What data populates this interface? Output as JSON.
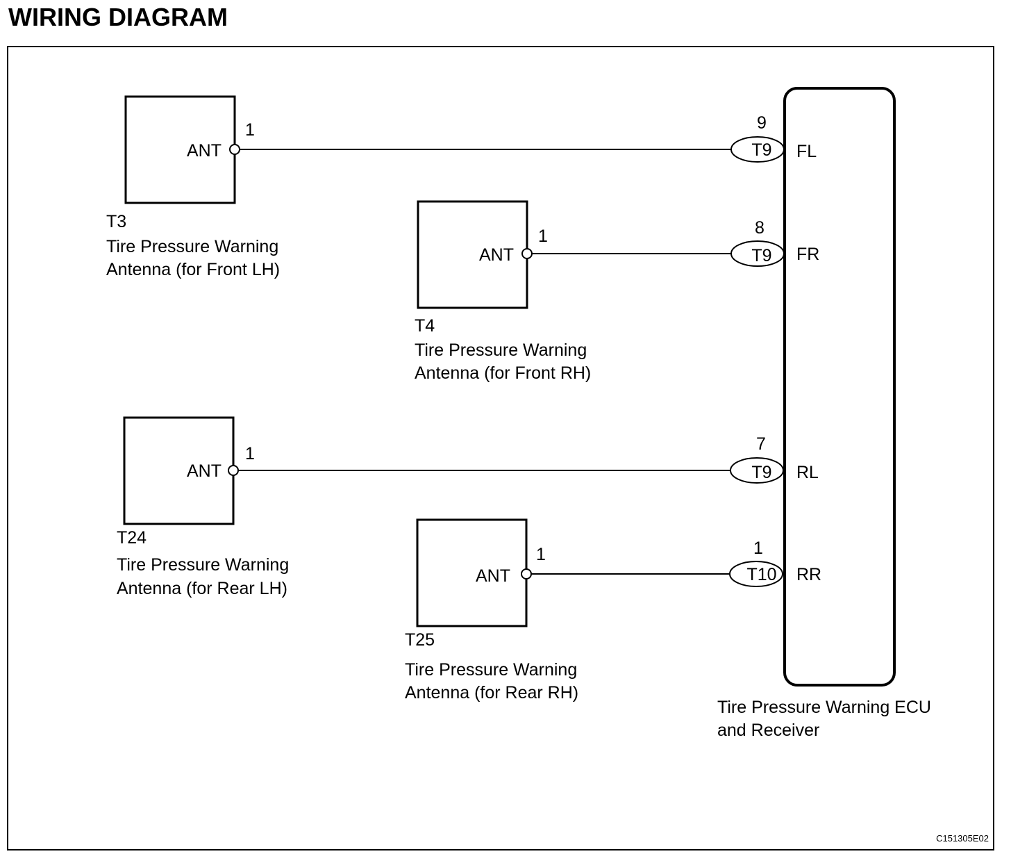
{
  "title": "WIRING DIAGRAM",
  "figure_code": "C151305E02",
  "ecu": {
    "name_line1": "Tire Pressure Warning ECU",
    "name_line2": "and Receiver"
  },
  "antennas": [
    {
      "id": "T3",
      "pin_label": "ANT",
      "pin_number": "1",
      "name_line1": "Tire Pressure Warning",
      "name_line2": "Antenna (for Front LH)",
      "connector": "T9",
      "ecu_pin": "9",
      "ecu_terminal": "FL"
    },
    {
      "id": "T4",
      "pin_label": "ANT",
      "pin_number": "1",
      "name_line1": "Tire Pressure Warning",
      "name_line2": "Antenna (for Front RH)",
      "connector": "T9",
      "ecu_pin": "8",
      "ecu_terminal": "FR"
    },
    {
      "id": "T24",
      "pin_label": "ANT",
      "pin_number": "1",
      "name_line1": "Tire Pressure Warning",
      "name_line2": "Antenna (for Rear LH)",
      "connector": "T9",
      "ecu_pin": "7",
      "ecu_terminal": "RL"
    },
    {
      "id": "T25",
      "pin_label": "ANT",
      "pin_number": "1",
      "name_line1": "Tire Pressure Warning",
      "name_line2": "Antenna (for Rear RH)",
      "connector": "T10",
      "ecu_pin": "1",
      "ecu_terminal": "RR"
    }
  ]
}
